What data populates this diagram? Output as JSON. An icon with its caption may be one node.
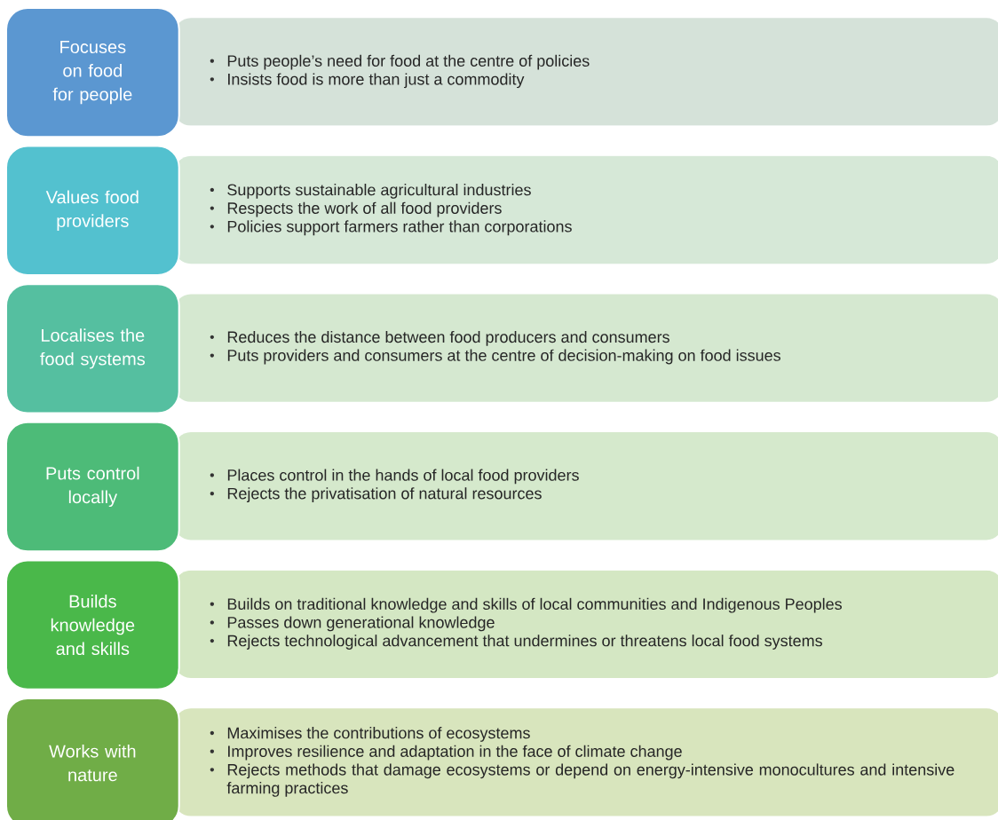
{
  "diagram": {
    "nodes": [
      {
        "text": [
          "Focuses on food for people"
        ]
      },
      {
        "text": [
          "Puts people’s need for food at the centre of policies",
          "Insists food is more than just a commodity"
        ]
      },
      {
        "text": [
          "Values food providers"
        ]
      },
      {
        "text": [
          "Supports sustainable agricultural industries",
          "Respects the work of all food providers",
          "Policies support farmers rather than corporations"
        ]
      },
      {
        "text": [
          "Localises the food systems"
        ]
      },
      {
        "text": [
          "Reduces the distance between food producers and consumers",
          "Puts providers and consumers at the centre of decision-making on food issues"
        ]
      },
      {
        "text": [
          "Puts control locally"
        ]
      },
      {
        "text": [
          "Places control in the hands of local food providers",
          "Rejects the privatisation of natural resources"
        ]
      },
      {
        "text": [
          "Builds knowledge and skills"
        ]
      },
      {
        "text": [
          "Builds on traditional knowledge and skills of local communities and Indigenous Peoples",
          "Passes down generational knowledge",
          "Rejects technological advancement that undermines or threatens local food systems"
        ]
      },
      {
        "text": [
          "Works with nature"
        ]
      },
      {
        "text": [
          "Maximises the contributions of ecosystems",
          "Improves resilience and adaptation in the face of climate change",
          "Rejects methods that damage ecosystems or depend on energy-intensive monocultures and intensive farming practices"
        ]
      }
    ]
  }
}
